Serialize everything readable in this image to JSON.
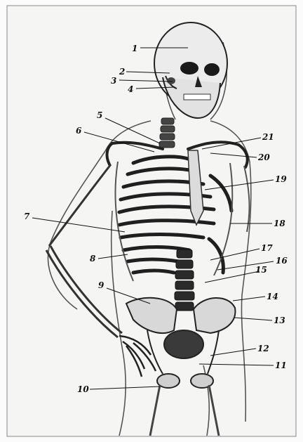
{
  "figure": {
    "labels": [
      "1",
      "2",
      "3",
      "4",
      "5",
      "6",
      "7",
      "8",
      "9",
      "10",
      "11",
      "12",
      "13",
      "14",
      "15",
      "16",
      "17",
      "18",
      "19",
      "20",
      "21"
    ]
  }
}
